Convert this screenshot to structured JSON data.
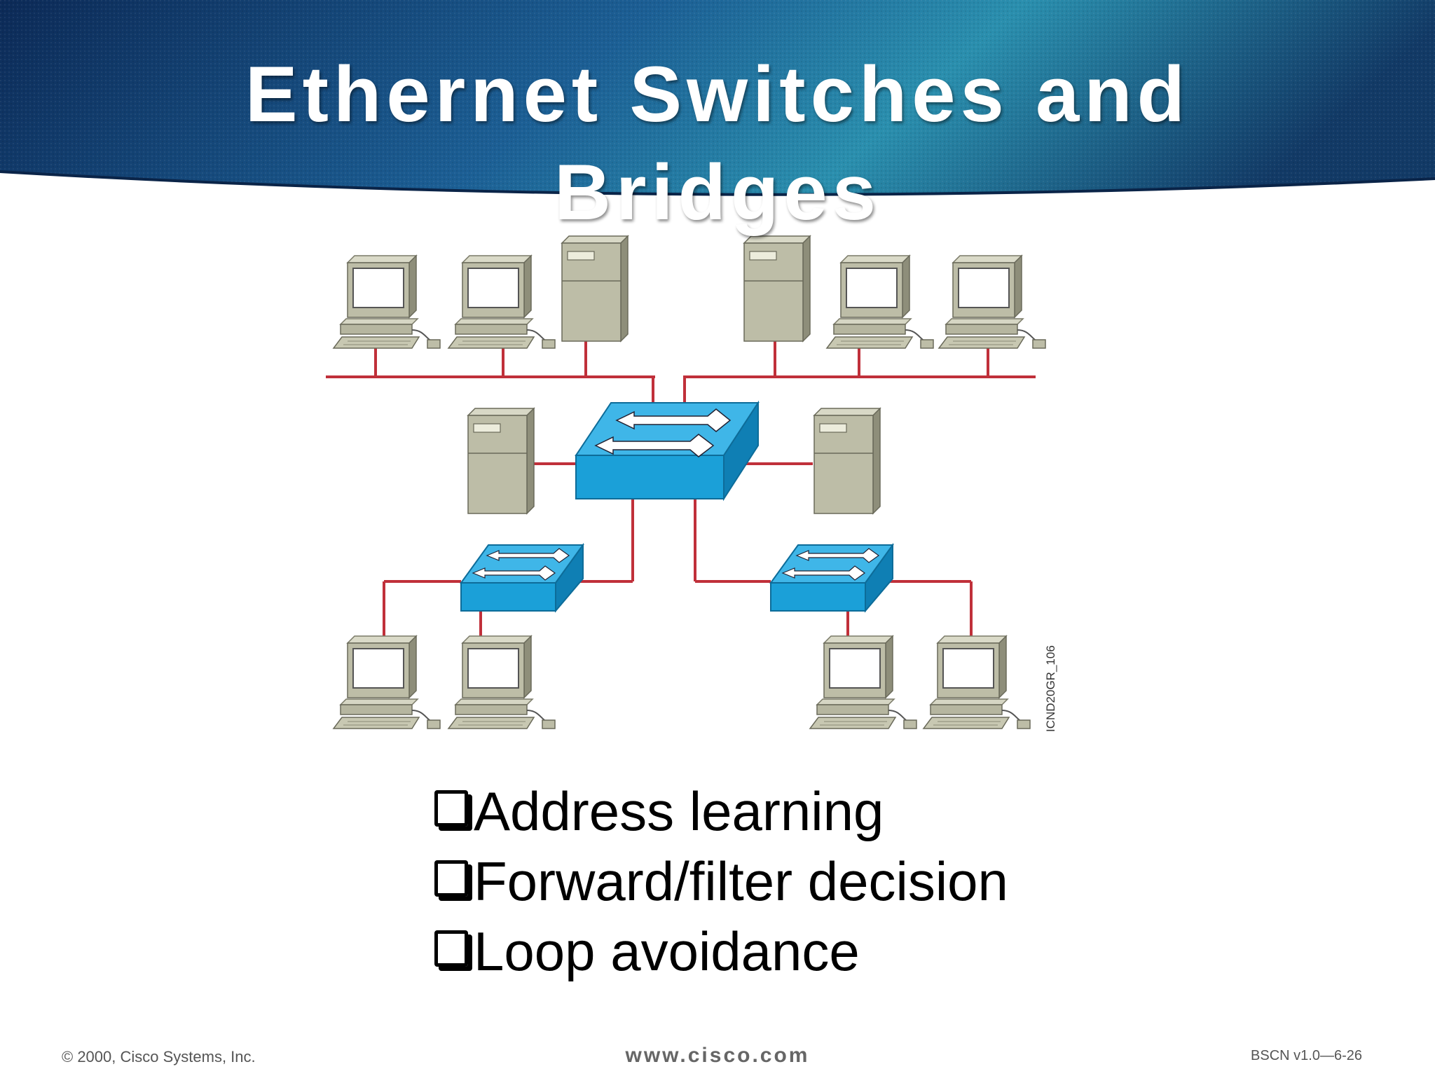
{
  "title": {
    "line1": "Ethernet Switches and",
    "line2": "Bridges"
  },
  "diagram": {
    "figure_id": "ICND20GR_106",
    "nodes": [
      {
        "id": "ws-1",
        "kind": "workstation"
      },
      {
        "id": "ws-2",
        "kind": "workstation"
      },
      {
        "id": "srv-1",
        "kind": "server"
      },
      {
        "id": "srv-2",
        "kind": "server"
      },
      {
        "id": "ws-3",
        "kind": "workstation"
      },
      {
        "id": "ws-4",
        "kind": "workstation"
      },
      {
        "id": "srv-3",
        "kind": "server"
      },
      {
        "id": "core-switch",
        "kind": "switch"
      },
      {
        "id": "srv-4",
        "kind": "server"
      },
      {
        "id": "switch-left",
        "kind": "switch"
      },
      {
        "id": "switch-right",
        "kind": "switch"
      },
      {
        "id": "ws-5",
        "kind": "workstation"
      },
      {
        "id": "ws-6",
        "kind": "workstation"
      },
      {
        "id": "ws-7",
        "kind": "workstation"
      },
      {
        "id": "ws-8",
        "kind": "workstation"
      }
    ],
    "colors": {
      "link": "#c0303a",
      "switch": "#1ba0d8",
      "device": "#bcbca6"
    }
  },
  "bullets": [
    "Address learning",
    "Forward/filter decision",
    "Loop avoidance"
  ],
  "footer": {
    "copyright": "© 2000, Cisco Systems, Inc.",
    "site": "www.cisco.com",
    "page": "BSCN v1.0—6-26"
  }
}
